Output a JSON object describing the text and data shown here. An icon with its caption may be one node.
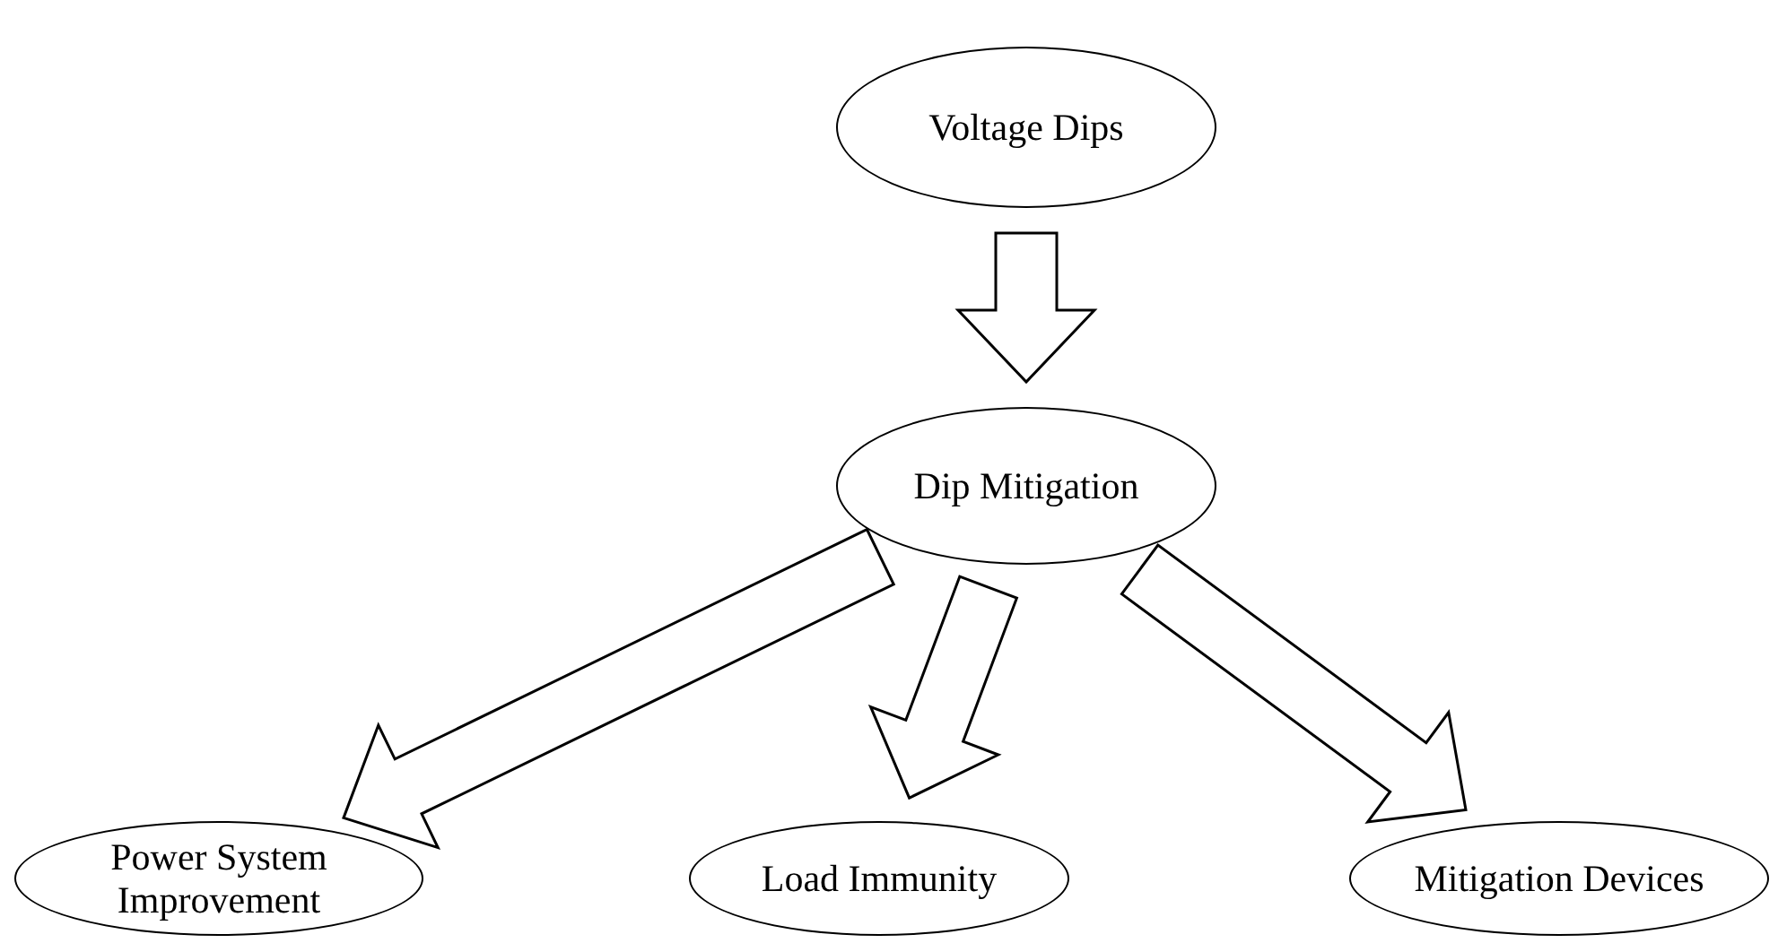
{
  "diagram": {
    "nodes": [
      {
        "text": [
          "Voltage Dips"
        ]
      },
      {
        "text": [
          "Dip Mitigation"
        ]
      },
      {
        "text": [
          "Power System Improvement"
        ]
      },
      {
        "text": [
          "Load Immunity"
        ]
      },
      {
        "text": [
          "Mitigation Devices"
        ]
      }
    ],
    "edges": [
      {
        "from": 0,
        "to": 1,
        "arrow": "to"
      },
      {
        "from": 1,
        "to": 2,
        "arrow": "to"
      },
      {
        "from": 1,
        "to": 3,
        "arrow": "to"
      },
      {
        "from": 1,
        "to": 4,
        "arrow": "to"
      }
    ]
  }
}
